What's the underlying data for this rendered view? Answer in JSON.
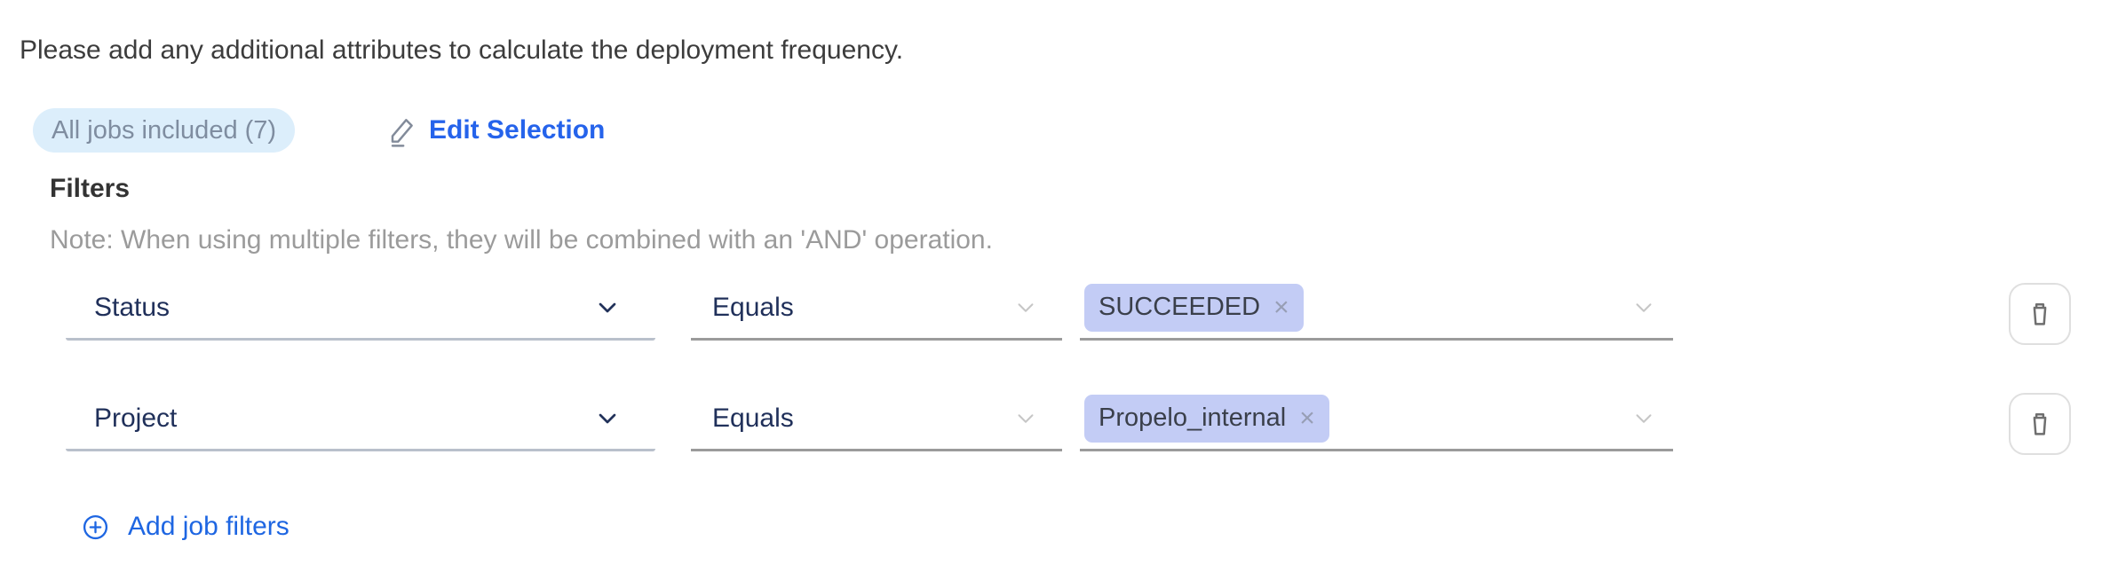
{
  "header": {
    "instruction": "Please add any additional attributes to calculate the deployment frequency."
  },
  "selection": {
    "badge_label": "All jobs included (7)",
    "jobs_count": 7,
    "edit_label": "Edit Selection"
  },
  "filters": {
    "heading": "Filters",
    "note": "Note: When using multiple filters, they will be combined with an 'AND' operation.",
    "rows": [
      {
        "attribute": "Status",
        "operator": "Equals",
        "values": [
          "SUCCEEDED"
        ]
      },
      {
        "attribute": "Project",
        "operator": "Equals",
        "values": [
          "Propelo_internal"
        ]
      }
    ],
    "add_label": "Add job filters"
  },
  "icons": {
    "remove_glyph": "×"
  },
  "colors": {
    "link_blue": "#2563eb",
    "add_blue": "#1e66e2",
    "badge_bg": "#dceefb",
    "badge_text": "#7f8da0",
    "tag_bg": "#c3ccf5",
    "tag_text": "#3a3f4a",
    "select_text": "#20305a",
    "note_gray": "#9b9b9b",
    "underline_light": "#b9c0cb",
    "underline_dark": "#9b9b9b",
    "icon_gray": "#6f6f6f"
  }
}
